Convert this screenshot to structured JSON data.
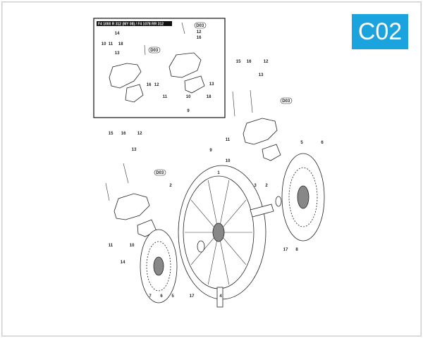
{
  "badge": "C02",
  "inset": {
    "header": "F4 1000 R 312 (MY 08) / F4 1078 RR 312",
    "callouts": [
      "14",
      "10",
      "11",
      "18",
      "13",
      "D03",
      "16",
      "12",
      "D03",
      "12",
      "16",
      "13",
      "11",
      "10",
      "18",
      "9"
    ]
  },
  "right_caliper": {
    "callouts": [
      "15",
      "16",
      "12",
      "13",
      "D03",
      "11",
      "9",
      "10"
    ]
  },
  "left_caliper": {
    "callouts": [
      "15",
      "16",
      "12",
      "13",
      "D03",
      "11",
      "10",
      "14"
    ]
  },
  "wheel": {
    "callouts": [
      "1",
      "2",
      "3",
      "2",
      "5",
      "6",
      "17",
      "8",
      "7",
      "6",
      "5",
      "17",
      "4"
    ]
  }
}
